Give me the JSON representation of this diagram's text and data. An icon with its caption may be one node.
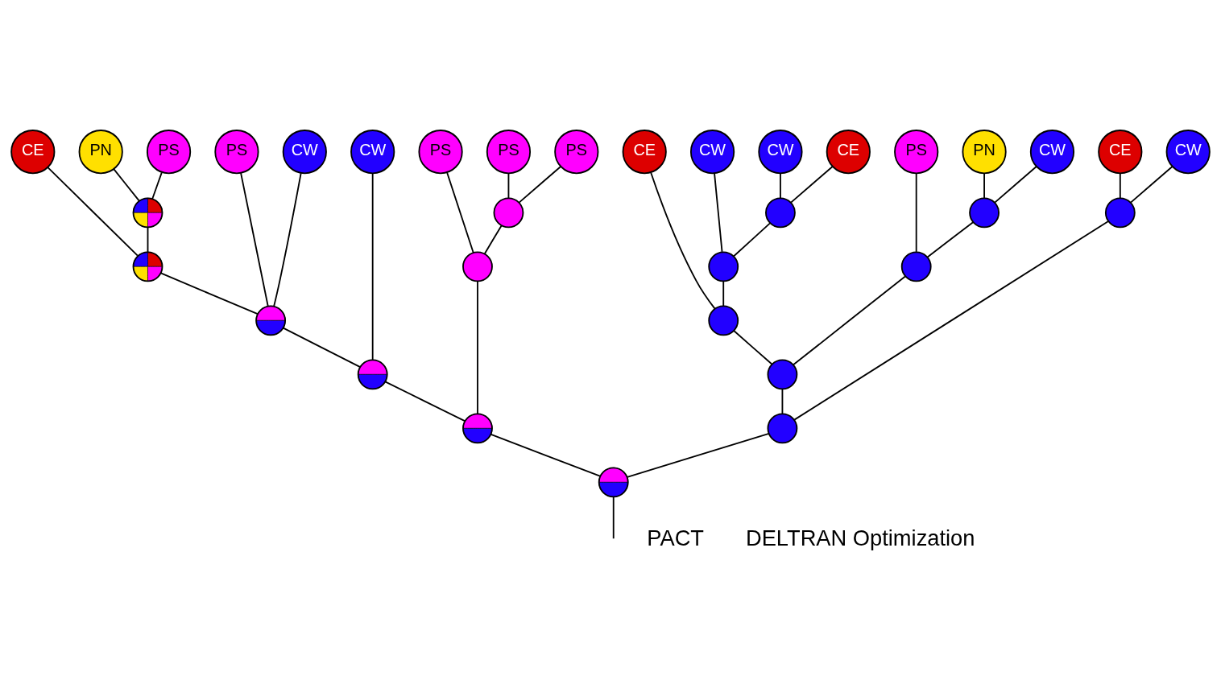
{
  "diagram": {
    "nodes": [
      {
        "text": [
          "CE"
        ]
      },
      {
        "text": [
          "PN"
        ]
      },
      {
        "text": [
          "PS"
        ]
      },
      {
        "text": [
          "PS"
        ]
      },
      {
        "text": [
          "CW"
        ]
      },
      {
        "text": [
          "CW"
        ]
      },
      {
        "text": [
          "PS"
        ]
      },
      {
        "text": [
          "PS"
        ]
      },
      {
        "text": [
          "PS"
        ]
      },
      {
        "text": [
          "CE"
        ]
      },
      {
        "text": [
          "CW"
        ]
      },
      {
        "text": [
          "CW"
        ]
      },
      {
        "text": [
          "CE"
        ]
      },
      {
        "text": [
          "PS"
        ]
      },
      {
        "text": [
          "PN"
        ]
      },
      {
        "text": [
          "CW"
        ]
      },
      {
        "text": [
          "CE"
        ]
      },
      {
        "text": [
          "CW"
        ]
      },
      {
        "text": [],
        "shape": "circle"
      },
      {
        "text": [],
        "shape": "circle"
      },
      {
        "text": [],
        "shape": "circle"
      },
      {
        "text": [],
        "shape": "circle"
      },
      {
        "text": [],
        "shape": "circle"
      },
      {
        "text": [],
        "shape": "circle"
      },
      {
        "text": [],
        "shape": "circle"
      },
      {
        "text": [],
        "shape": "circle"
      },
      {
        "text": [],
        "shape": "circle"
      },
      {
        "text": [],
        "shape": "circle"
      },
      {
        "text": [],
        "shape": "circle"
      },
      {
        "text": [],
        "shape": "circle"
      },
      {
        "text": [],
        "shape": "circle"
      },
      {
        "text": [],
        "shape": "circle"
      },
      {
        "text": [],
        "shape": "circle"
      },
      {
        "text": [],
        "shape": "circle"
      }
    ],
    "edges": [
      {
        "from": 18,
        "to": 1,
        "arrow": "none"
      },
      {
        "from": 18,
        "to": 2,
        "arrow": "none"
      },
      {
        "from": 23,
        "to": 0,
        "arrow": "none"
      },
      {
        "from": 23,
        "to": 18,
        "arrow": "none"
      },
      {
        "from": 28,
        "to": 23,
        "arrow": "none"
      },
      {
        "from": 28,
        "to": 3,
        "arrow": "none"
      },
      {
        "from": 28,
        "to": 4,
        "arrow": "none"
      },
      {
        "from": 29,
        "to": 28,
        "arrow": "none"
      },
      {
        "from": 29,
        "to": 5,
        "arrow": "none"
      },
      {
        "from": 19,
        "to": 7,
        "arrow": "none"
      },
      {
        "from": 19,
        "to": 8,
        "arrow": "none"
      },
      {
        "from": 24,
        "to": 6,
        "arrow": "none"
      },
      {
        "from": 24,
        "to": 19,
        "arrow": "none"
      },
      {
        "from": 31,
        "to": 29,
        "arrow": "none"
      },
      {
        "from": 31,
        "to": 24,
        "arrow": "none"
      },
      {
        "from": 20,
        "to": 11,
        "arrow": "none"
      },
      {
        "from": 20,
        "to": 12,
        "arrow": "none"
      },
      {
        "from": 25,
        "to": 10,
        "arrow": "none"
      },
      {
        "from": 25,
        "to": 20,
        "arrow": "none"
      },
      {
        "from": 27,
        "to": 9,
        "arrow": "none"
      },
      {
        "from": 27,
        "to": 25,
        "arrow": "none"
      },
      {
        "from": 21,
        "to": 14,
        "arrow": "none"
      },
      {
        "from": 21,
        "to": 15,
        "arrow": "none"
      },
      {
        "from": 26,
        "to": 13,
        "arrow": "none"
      },
      {
        "from": 26,
        "to": 21,
        "arrow": "none"
      },
      {
        "from": 30,
        "to": 27,
        "arrow": "none"
      },
      {
        "from": 30,
        "to": 26,
        "arrow": "none"
      },
      {
        "from": 22,
        "to": 16,
        "arrow": "none"
      },
      {
        "from": 22,
        "to": 17,
        "arrow": "none"
      },
      {
        "from": 32,
        "to": 30,
        "arrow": "none"
      },
      {
        "from": 32,
        "to": 22,
        "arrow": "none"
      },
      {
        "from": 33,
        "to": 31,
        "arrow": "none"
      },
      {
        "from": 33,
        "to": 32,
        "arrow": "none"
      },
      {
        "from": null,
        "to": 33,
        "arrow": "none"
      }
    ],
    "labels": [
      "PACT",
      "DELTRAN Optimization"
    ]
  }
}
